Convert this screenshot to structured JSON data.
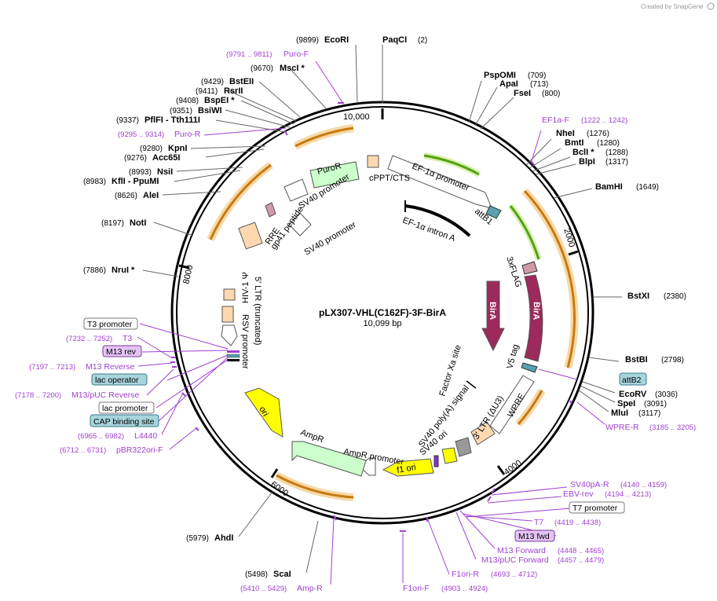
{
  "watermark": "Created by SnapGene",
  "plasmid": {
    "name": "pLX307-VHL(C162F)-3F-BirA",
    "size": "10,099 bp"
  },
  "ring_ticks": [
    "10,000",
    "2000",
    "4000",
    "6000",
    "8000"
  ],
  "sites": [
    {
      "pos": "(9899)",
      "name": "EcoRI"
    },
    {
      "pos": "(2)",
      "name": "PaqCI"
    },
    {
      "pos": "(709)",
      "name": "PspOMI"
    },
    {
      "pos": "(713)",
      "name": "ApaI"
    },
    {
      "pos": "(800)",
      "name": "FseI"
    },
    {
      "pos": "(1276)",
      "name": "NheI"
    },
    {
      "pos": "(1280)",
      "name": "BmtI"
    },
    {
      "pos": "(1288)",
      "name": "BclI *"
    },
    {
      "pos": "(1317)",
      "name": "BlpI"
    },
    {
      "pos": "(1649)",
      "name": "BamHI"
    },
    {
      "pos": "(2380)",
      "name": "BstXI"
    },
    {
      "pos": "(2798)",
      "name": "BstBI"
    },
    {
      "pos": "(3036)",
      "name": "EcoRV"
    },
    {
      "pos": "(3091)",
      "name": "SpeI"
    },
    {
      "pos": "(3117)",
      "name": "MluI"
    },
    {
      "pos": "(9670)",
      "name": "MscI *"
    },
    {
      "pos": "(9429)",
      "name": "BstEII"
    },
    {
      "pos": "(9411)",
      "name": "RsrII"
    },
    {
      "pos": "(9408)",
      "name": "BspEI *"
    },
    {
      "pos": "(9351)",
      "name": "BsiWI"
    },
    {
      "pos": "(9337)",
      "name": "PflFI  - Tth111I"
    },
    {
      "pos": "(9280)",
      "name": "KpnI"
    },
    {
      "pos": "(9276)",
      "name": "Acc65I"
    },
    {
      "pos": "(8993)",
      "name": "NsiI"
    },
    {
      "pos": "(8983)",
      "name": "KflI  - PpuMI"
    },
    {
      "pos": "(8626)",
      "name": "AleI"
    },
    {
      "pos": "(8197)",
      "name": "NotI"
    },
    {
      "pos": "(7886)",
      "name": "NruI *"
    },
    {
      "pos": "(5979)",
      "name": "AhdI"
    },
    {
      "pos": "(5498)",
      "name": "ScaI"
    }
  ],
  "primers": [
    {
      "name": "Puro-F",
      "range": "(9791 .. 9811)"
    },
    {
      "name": "Puro-R",
      "range": "(9295 .. 9314)"
    },
    {
      "name": "EF1a-F",
      "range": "(1222 .. 1242)"
    },
    {
      "name": "WPRE-R",
      "range": "(3185 .. 3205)"
    },
    {
      "name": "SV40pA-R",
      "range": "(4140 .. 4159)"
    },
    {
      "name": "EBV-rev",
      "range": "(4194 .. 4213)"
    },
    {
      "name": "T7",
      "range": "(4419 .. 4438)"
    },
    {
      "name": "M13 Forward",
      "range": "(4448 .. 4465)"
    },
    {
      "name": "M13/pUC Forward",
      "range": "(4457 .. 4479)"
    },
    {
      "name": "F1ori-R",
      "range": "(4693 .. 4712)"
    },
    {
      "name": "F1ori-F",
      "range": "(4903 .. 4924)"
    },
    {
      "name": "Amp-R",
      "range": "(5410 .. 5429)"
    },
    {
      "name": "T3",
      "range": "(7232 .. 7252)"
    },
    {
      "name": "M13 Reverse",
      "range": "(7197 .. 7213)"
    },
    {
      "name": "M13/pUC Reverse",
      "range": "(7178 .. 7200)"
    },
    {
      "name": "L4440",
      "range": "(6965 .. 6982)"
    },
    {
      "name": "pBR322ori-F",
      "range": "(6712 .. 6731)"
    }
  ],
  "boxes": [
    "T3 promoter",
    "M13 rev",
    "lac operator",
    "lac promoter",
    "CAP binding site",
    "attB2",
    "T7 promoter",
    "M13 fwd"
  ],
  "features": [
    "PuroR",
    "cPPT/CTS",
    "EF-1α promoter",
    "SV40 promoter",
    "SV40 promoter",
    "RRE",
    "gp41 peptide",
    "attB1",
    "EF-1α intron A",
    "3xFLAG",
    "BirA",
    "BirA",
    "Factor Xa site",
    "V5 tag",
    "WPRE",
    "3′ LTR (ΔU3)",
    "SV40 poly(A) signal",
    "SV40 ori",
    "f1 ori",
    "AmpR promoter",
    "AmpR",
    "ori",
    "HIV-1 Ψ",
    "5′ LTR (truncated)",
    "RSV promoter"
  ]
}
